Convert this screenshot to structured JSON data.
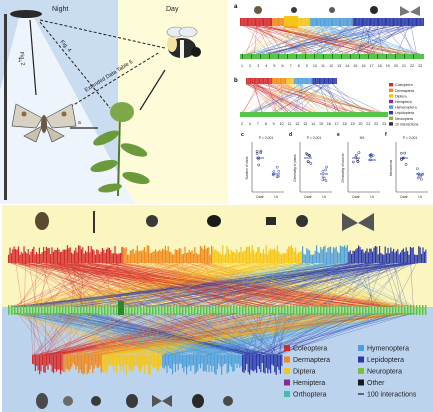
{
  "figure_a": {
    "night_label": "Night",
    "day_label": "Day",
    "arrow_labels": [
      "Fig. 2",
      "Fig. 4",
      "Extended Data Table 6",
      "1",
      "a"
    ],
    "colors": {
      "night_bg": "#c9dcf0",
      "day_bg": "#fdfbd8",
      "lamp_beam": "#eef4fb"
    }
  },
  "panel_a_network": {
    "letter": "a",
    "ticks": [
      "1",
      "2",
      "3",
      "4",
      "5",
      "6",
      "7",
      "8",
      "9",
      "10",
      "11",
      "12",
      "13",
      "14",
      "15",
      "16",
      "17",
      "18",
      "19",
      "20",
      "21",
      "22",
      "23"
    ]
  },
  "panel_b_network": {
    "letter": "b",
    "ticks": [
      "2",
      "4",
      "7",
      "8",
      "9",
      "10",
      "11",
      "12",
      "13",
      "14",
      "15",
      "16",
      "17",
      "18",
      "19",
      "20",
      "21",
      "22",
      "23"
    ]
  },
  "legend_small": {
    "items": [
      {
        "label": "Coleoptera",
        "color": "#d42a2a"
      },
      {
        "label": "Dermaptera",
        "color": "#f08a1c"
      },
      {
        "label": "Diptera",
        "color": "#f5c518"
      },
      {
        "label": "Hemiptera",
        "color": "#8b2c8c"
      },
      {
        "label": "Hymenoptera",
        "color": "#4fa0d8"
      },
      {
        "label": "Lepidoptera",
        "color": "#2a3aa8"
      },
      {
        "label": "Neuroptera",
        "color": "#7fbf3f"
      },
      {
        "label": "10 interactions",
        "color": "#333333"
      }
    ]
  },
  "chart_data": [
    {
      "type": "scatter",
      "letter": "c",
      "ylabel": "Number of visits",
      "categories": [
        "Dark",
        "Lit"
      ],
      "pvalue": "P < 0.001"
    },
    {
      "type": "scatter",
      "letter": "d",
      "ylabel": "Generality of plants",
      "categories": [
        "Dark",
        "Lit"
      ],
      "pvalue": "P = 0.001"
    },
    {
      "type": "scatter",
      "letter": "e",
      "ylabel": "Generality of insects",
      "categories": [
        "Dark",
        "Lit"
      ],
      "pvalue": "NS"
    },
    {
      "type": "scatter",
      "letter": "f",
      "ylabel": "Interactions",
      "categories": [
        "Dark",
        "Lit"
      ],
      "pvalue": "P < 0.001"
    }
  ],
  "legend_big": {
    "items": [
      {
        "label": "Coleoptera",
        "color": "#d42a2a"
      },
      {
        "label": "Hymenoptera",
        "color": "#4fa0d8"
      },
      {
        "label": "Dermaptera",
        "color": "#f08a1c"
      },
      {
        "label": "Lepidoptera",
        "color": "#2a3aa8"
      },
      {
        "label": "Diptera",
        "color": "#f5c518"
      },
      {
        "label": "Neuroptera",
        "color": "#7fbf3f"
      },
      {
        "label": "Hemiptera",
        "color": "#8b2c8c"
      },
      {
        "label": "Other",
        "color": "#1a1a1a"
      },
      {
        "label": "Orthoptera",
        "color": "#3cc0b0"
      },
      {
        "label": "100 interactions",
        "color": "#1a1a1a"
      }
    ]
  },
  "colors": {
    "coleoptera": "#d42a2a",
    "dermaptera": "#f08a1c",
    "diptera": "#f5c518",
    "hymenoptera": "#4fa0d8",
    "lepidoptera": "#2a3aa8",
    "plants": "#57c34a",
    "top_band": "#fbf6bf",
    "bottom_band": "#bcd3ee"
  }
}
